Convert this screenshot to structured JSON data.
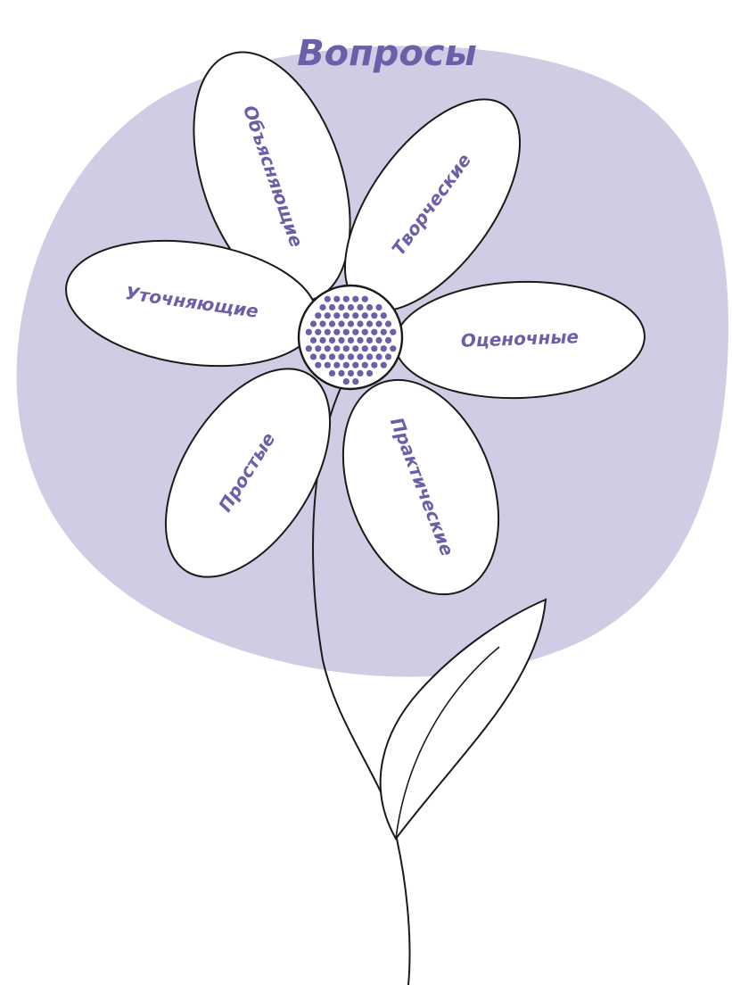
{
  "diagram": {
    "title": "Вопросы",
    "center": "",
    "petals": [
      {
        "id": "explaining",
        "label": "Объясняющие"
      },
      {
        "id": "creative",
        "label": "Творческие"
      },
      {
        "id": "clarifying",
        "label": "Уточняющие"
      },
      {
        "id": "evaluative",
        "label": "Оценочные"
      },
      {
        "id": "simple",
        "label": "Простые"
      },
      {
        "id": "practical",
        "label": "Практические"
      }
    ]
  },
  "colors": {
    "background_blob": "#d1cce4",
    "accent_text": "#6a5fa8",
    "center_dots": "#6a5fa8",
    "outline": "#1a1a1a",
    "petal_fill": "#ffffff"
  }
}
